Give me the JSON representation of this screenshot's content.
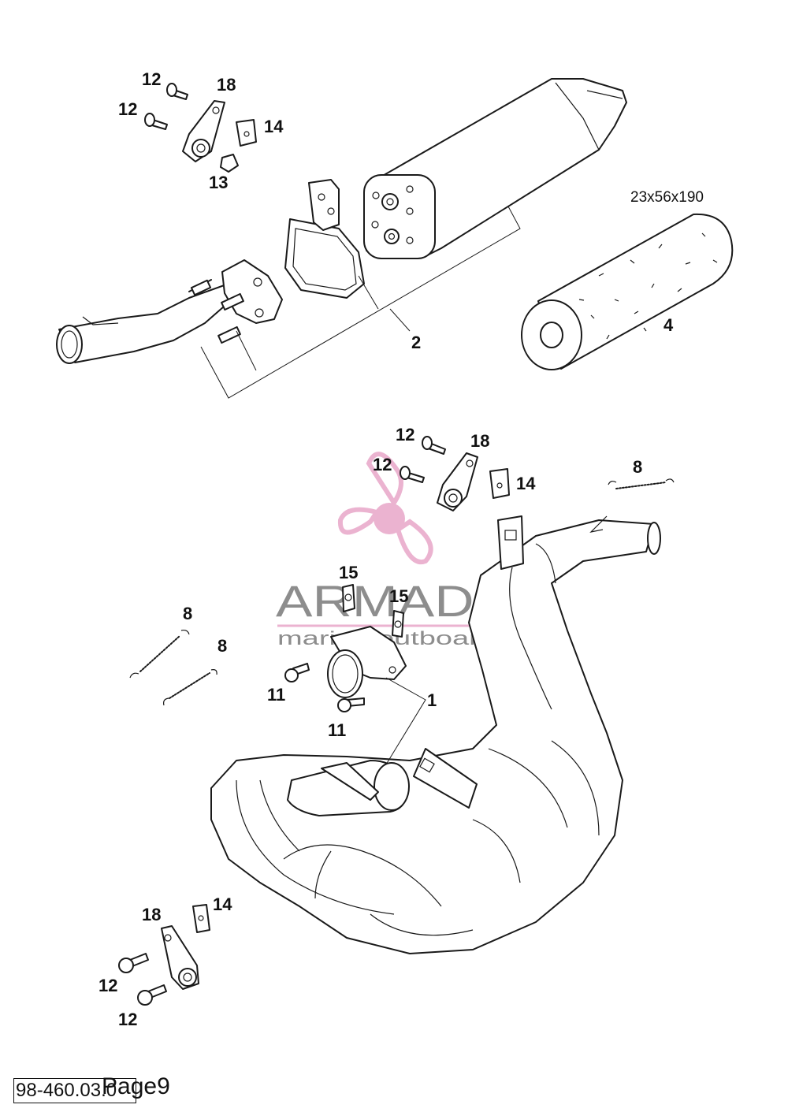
{
  "callouts": [
    {
      "id": "c1",
      "text": "12"
    },
    {
      "id": "c2",
      "text": "18"
    },
    {
      "id": "c3",
      "text": "12"
    },
    {
      "id": "c4",
      "text": "14"
    },
    {
      "id": "c5",
      "text": "13"
    },
    {
      "id": "c6",
      "text": "2"
    },
    {
      "id": "c7",
      "text": "4"
    },
    {
      "id": "c8",
      "text": "12"
    },
    {
      "id": "c9",
      "text": "18"
    },
    {
      "id": "c10",
      "text": "12"
    },
    {
      "id": "c11",
      "text": "14"
    },
    {
      "id": "c12",
      "text": "8"
    },
    {
      "id": "c13",
      "text": "15"
    },
    {
      "id": "c14",
      "text": "15"
    },
    {
      "id": "c15",
      "text": "8"
    },
    {
      "id": "c16",
      "text": "8"
    },
    {
      "id": "c17",
      "text": "1"
    },
    {
      "id": "c18",
      "text": "11"
    },
    {
      "id": "c19",
      "text": "11"
    },
    {
      "id": "c20",
      "text": "18"
    },
    {
      "id": "c21",
      "text": "14"
    },
    {
      "id": "c22",
      "text": "12"
    },
    {
      "id": "c23",
      "text": "12"
    }
  ],
  "dimension_label": "23x56x190",
  "watermark": {
    "name": "ARMADA",
    "tagline": "marine outboards",
    "accent_color": "#e8a6c8",
    "icon": "propeller-logo-icon"
  },
  "footer": {
    "code": "98-460.03.0",
    "page": "Page9"
  }
}
